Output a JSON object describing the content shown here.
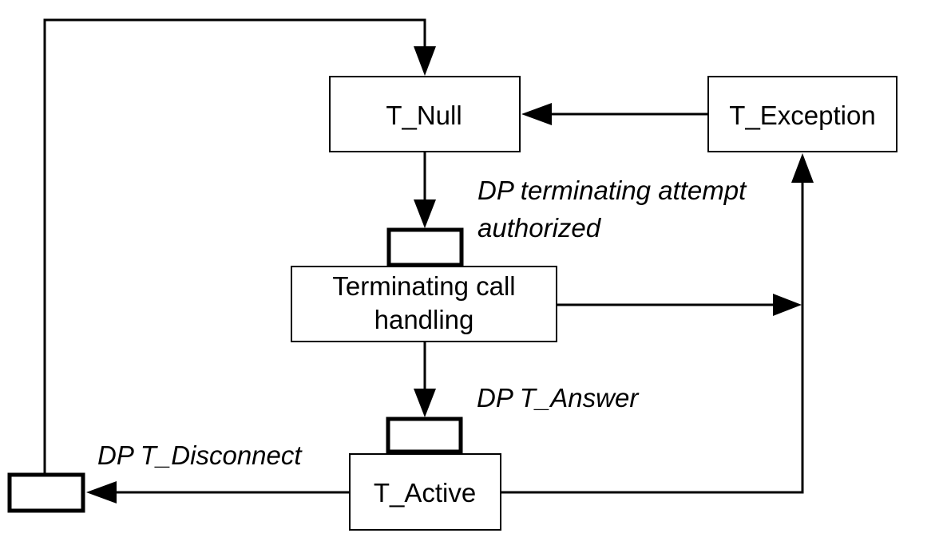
{
  "diagram": {
    "type": "state-transition-diagram",
    "colors": {
      "background": "#ffffff",
      "line": "#000000",
      "box_fill": "#ffffff",
      "text": "#000000"
    },
    "states": {
      "t_null": "T_Null",
      "t_exception": "T_Exception",
      "terminating_line1": "Terminating call",
      "terminating_line2": "handling",
      "t_active": "T_Active"
    },
    "labels": {
      "dp_terminating_line1": "DP terminating attempt",
      "dp_terminating_line2": "authorized",
      "dp_answer": "DP T_Answer",
      "dp_disconnect": "DP T_Disconnect"
    }
  }
}
